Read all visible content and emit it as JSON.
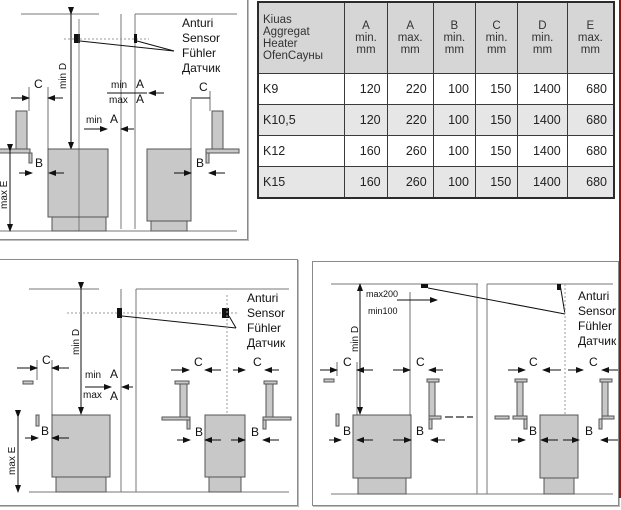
{
  "table": {
    "model_header": [
      "Kiuas",
      "Aggregat",
      "Heater",
      "OfenСауны"
    ],
    "columns": [
      {
        "letter": "A",
        "kind": "min.",
        "unit": "mm"
      },
      {
        "letter": "A",
        "kind": "max.",
        "unit": "mm"
      },
      {
        "letter": "B",
        "kind": "min.",
        "unit": "mm"
      },
      {
        "letter": "C",
        "kind": "min.",
        "unit": "mm"
      },
      {
        "letter": "D",
        "kind": "min.",
        "unit": "mm"
      },
      {
        "letter": "E",
        "kind": "max.",
        "unit": "mm"
      }
    ],
    "rows": [
      {
        "model": "K9",
        "values": [
          "120",
          "220",
          "100",
          "150",
          "1400",
          "680"
        ]
      },
      {
        "model": "K10,5",
        "values": [
          "120",
          "220",
          "100",
          "150",
          "1400",
          "680"
        ]
      },
      {
        "model": "K12",
        "values": [
          "160",
          "260",
          "100",
          "150",
          "1400",
          "680"
        ]
      },
      {
        "model": "K15",
        "values": [
          "160",
          "260",
          "100",
          "150",
          "1400",
          "680"
        ]
      }
    ]
  },
  "sensor_labels": [
    "Anturi",
    "Sensor",
    "Fühler",
    "Датчик"
  ],
  "dims": {
    "A": "A",
    "B": "B",
    "C": "C",
    "min_A": "min",
    "max_A": "max",
    "min_D": "min D",
    "max_E": "max E",
    "max200": "max200",
    "min100": "min100"
  },
  "colors": {
    "heater": "#c8c8c8",
    "line": "#111111",
    "wall": "#777777",
    "table_header": "#d6d6d6",
    "row_alt": "#e6e6e6"
  }
}
